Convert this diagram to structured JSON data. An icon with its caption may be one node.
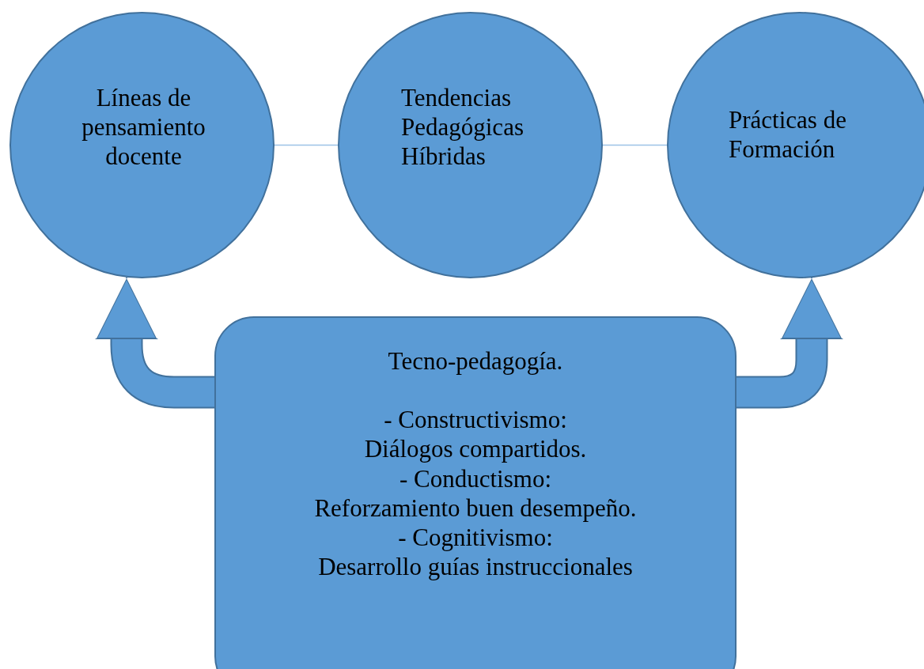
{
  "diagram": {
    "nodes": [
      {
        "text": [
          "Líneas de pensamiento docente"
        ]
      },
      {
        "text": [
          "Tendencias Pedagógicas Híbridas"
        ]
      },
      {
        "text": [
          "Prácticas de Formación"
        ]
      },
      {
        "text": [
          "Tecno-pedagogía.",
          "- Constructivismo:",
          "Diálogos compartidos.",
          "- Conductismo:",
          "Reforzamiento buen desempeño.",
          "- Cognitivismo:",
          "Desarrollo guías instruccionales"
        ]
      }
    ],
    "edges": [
      {
        "from": 0,
        "to": 1,
        "arrow": "none",
        "color": "#9dc3e6"
      },
      {
        "from": 1,
        "to": 2,
        "arrow": "none",
        "color": "#9dc3e6"
      },
      {
        "from": 3,
        "to": 0,
        "arrow": "to",
        "style": "thick"
      },
      {
        "from": 3,
        "to": 2,
        "arrow": "to",
        "style": "thick"
      }
    ]
  }
}
